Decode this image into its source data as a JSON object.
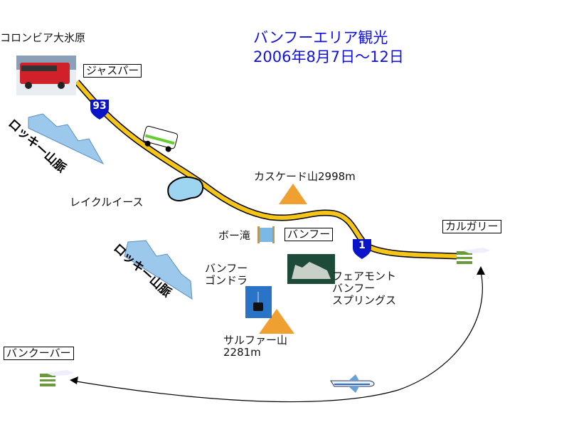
{
  "title": {
    "line1": "バンフーエリア観光",
    "line2": "2006年8月7日～12日"
  },
  "places": {
    "columbia": "コロンビア大氷原",
    "jasper": "ジャスパー",
    "rocky1": "ロッキー山脈",
    "rocky2": "ロッキー山脈",
    "lake_louise": "レイクルイース",
    "cascade": "カスケード山2998m",
    "bow_falls": "ボー滝",
    "banff": "バンフー",
    "calgary": "カルガリー",
    "gondola_line1": "バンフー",
    "gondola_line2": "ゴンドラ",
    "fairmont_line1": "フェアモント",
    "fairmont_line2": "バンフー",
    "fairmont_line3": "スプリングス",
    "sulphur_line1": "サルファー山",
    "sulphur_line2": "2281m",
    "vancouver": "バンクーバー"
  },
  "highways": {
    "north": "93",
    "east": "1"
  },
  "colors": {
    "road": "#f5c518",
    "shield": "#0a14c8",
    "title": "#1010e0",
    "mountain": "#f0a030"
  }
}
